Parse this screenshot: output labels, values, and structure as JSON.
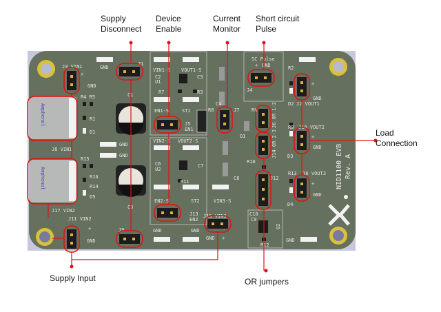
{
  "title": "NID1100 EVB annotated board diagram",
  "colors": {
    "pcb": "#66705e",
    "callout_line": "#e01010",
    "mount_pad": "#d9c23a",
    "mount_hole": "#b8b8d0",
    "silkscreen": "#e6e6e6"
  },
  "callouts": {
    "supply_disconnect": "Supply\nDisconnect",
    "device_enable": "Device\nEnable",
    "current_monitor": "Current\nMonitor",
    "short_circuit_pulse": "Short circuit\nPulse",
    "load_connection": "Load\nConnection",
    "supply_input": "Supply Input",
    "or_jumpers": "OR jumpers"
  },
  "board": {
    "name": "NID1100 EVB",
    "revision": "Rev. A",
    "labels": {
      "j3": "J3  VIN1",
      "plus": "+",
      "gnd": "GND",
      "j1": "J1",
      "r4r5": "R4 R5",
      "r1": "R1",
      "d1": "D1",
      "c1": "C1",
      "j8": "J8  VIN1",
      "r15": "R15",
      "r16": "R16",
      "r14": "R14",
      "d5": "D5",
      "c5": "C5",
      "j17": "J17  VIN2",
      "j11": "J11  VIN2",
      "j9": "J9",
      "vin1s": "VIN1-S",
      "vout1s": "VOUT1-S",
      "c2": "C2",
      "u1": "U1",
      "c3": "C3",
      "r7": "R7",
      "r3": "R3",
      "en1s": "EN1-S",
      "st1": "ST1",
      "j5": "J5",
      "en1": "EN1",
      "vin2s": "VIN2-S",
      "vout2s": "VOUT2-S",
      "c6": "C6",
      "u2": "U2",
      "c7": "C7",
      "r11": "R11",
      "en2s": "EN2-S",
      "st2": "ST2",
      "j13": "J13",
      "en2": "EN2",
      "vin3s": "VIN3-S",
      "j15": "J15  VIN3",
      "r8": "R8",
      "c4": "C4",
      "j7": "J7",
      "c8": "C8",
      "q1": "Q1",
      "sc_pulse": "SC Pulse",
      "j4": "J4",
      "r6": "R6",
      "j6": "J6 OR 1-2",
      "j14": "J14 OR 2-3",
      "r10": "R10",
      "j12": "J12",
      "c10": "C10",
      "c9": "C9",
      "q2": "Q2",
      "r12": "R12",
      "r2": "R2",
      "d2": "D2",
      "j2": "J2  VOUT1",
      "r9": "R9",
      "j10": "J10  VOUT2",
      "d3": "D3",
      "r13": "R13",
      "j16": "J16  VOUT3",
      "d4": "D4",
      "amphenol": "Amphenol"
    }
  }
}
